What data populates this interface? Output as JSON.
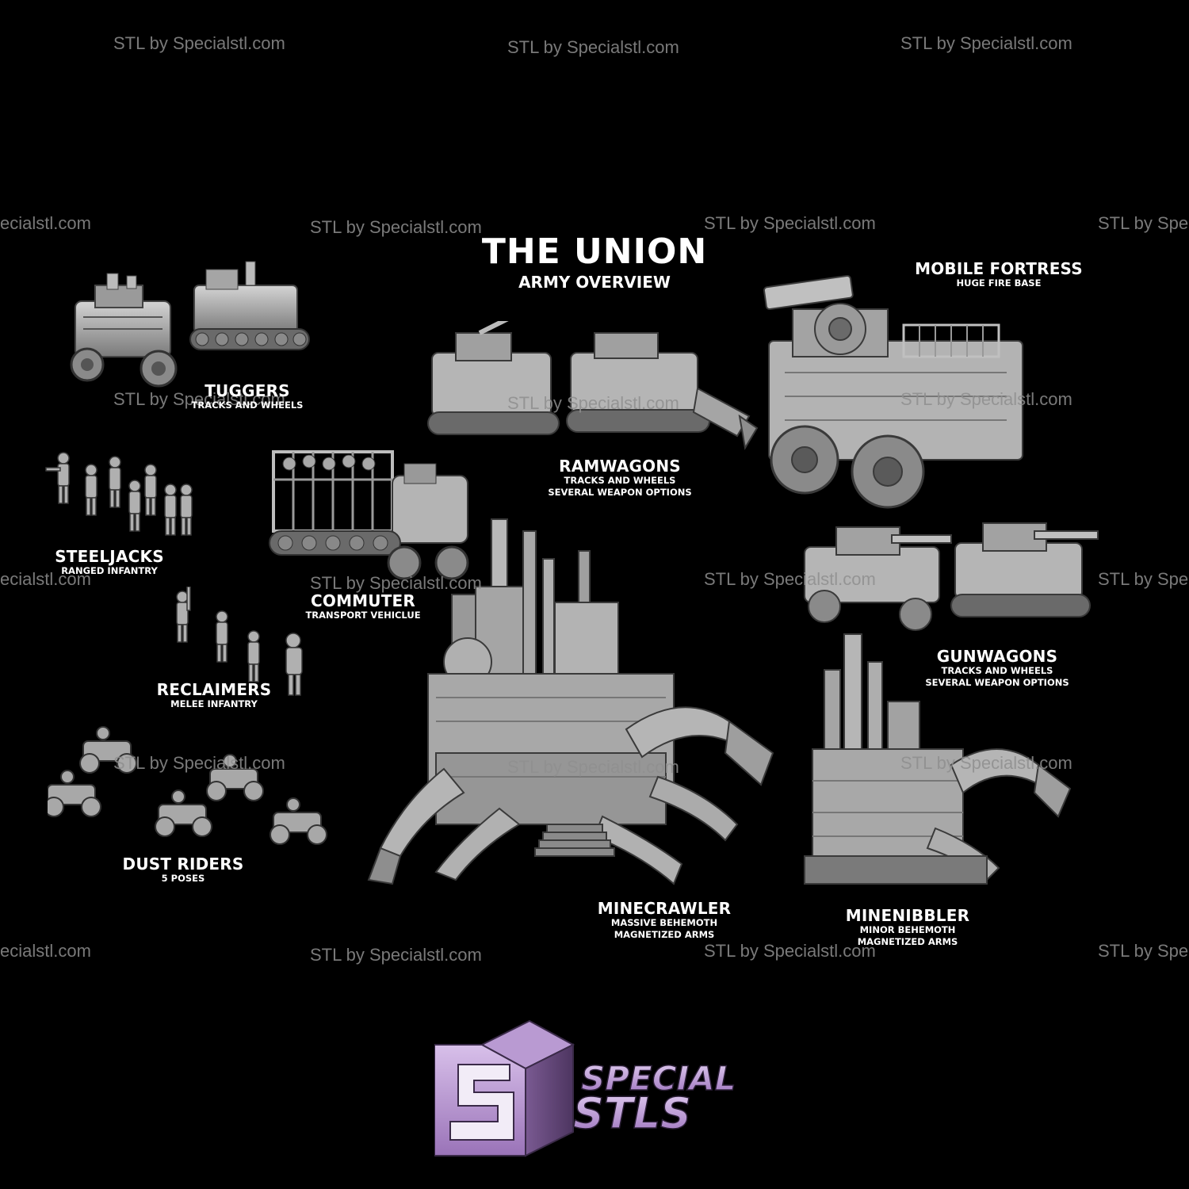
{
  "header": {
    "title": "THE UNION",
    "subtitle": "ARMY OVERVIEW"
  },
  "watermark": "STL by Specialstl.com",
  "watermark_partial_left": "ecialstl.com",
  "watermark_partial_right": "STL by Spec",
  "units": {
    "tuggers": {
      "name": "TUGGERS",
      "lines": [
        "TRACKS AND WHEELS"
      ]
    },
    "steeljacks": {
      "name": "STEELJACKS",
      "lines": [
        "RANGED INFANTRY"
      ]
    },
    "commuter": {
      "name": "COMMUTER",
      "lines": [
        "TRANSPORT VEHICLUE"
      ]
    },
    "reclaimers": {
      "name": "RECLAIMERS",
      "lines": [
        "MELEE INFANTRY"
      ]
    },
    "dust_riders": {
      "name": "DUST RIDERS",
      "lines": [
        "5 POSES"
      ]
    },
    "ramwagons": {
      "name": "RAMWAGONS",
      "lines": [
        "TRACKS AND WHEELS",
        "SEVERAL WEAPON OPTIONS"
      ]
    },
    "mobile_fortress": {
      "name": "MOBILE FORTRESS",
      "lines": [
        "HUGE FIRE BASE"
      ]
    },
    "gunwagons": {
      "name": "GUNWAGONS",
      "lines": [
        "TRACKS AND WHEELS",
        "SEVERAL WEAPON OPTIONS"
      ]
    },
    "minecrawler": {
      "name": "MINECRAWLER",
      "lines": [
        "MASSIVE BEHEMOTH",
        "MAGNETIZED ARMS"
      ]
    },
    "minenibbler": {
      "name": "MINENIBBLER",
      "lines": [
        "MINOR BEHEMOTH",
        "MAGNETIZED ARMS"
      ]
    }
  },
  "logo": {
    "text_top": "SPECIAL",
    "text_bottom": "STLS",
    "accent_color": "#b07fd0",
    "cube_color": "#c9a9e0",
    "cube_dark": "#6a4d80"
  },
  "colors": {
    "background": "#000000",
    "model_gray": "#b8b8b8",
    "label_white": "#ffffff",
    "watermark_gray": "#8f8f8f"
  }
}
